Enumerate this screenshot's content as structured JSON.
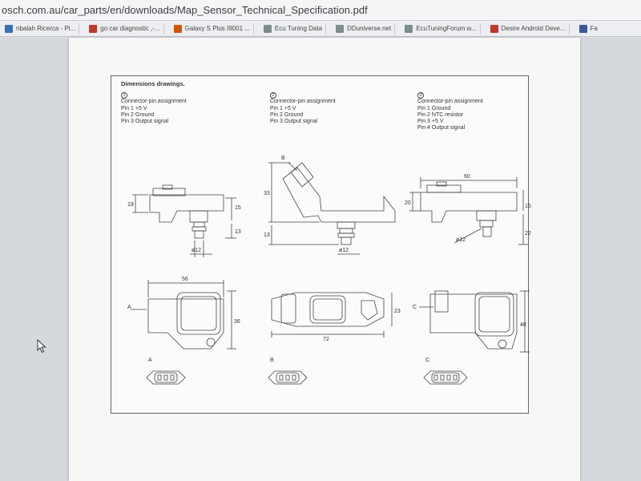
{
  "browser": {
    "url": "osch.com.au/car_parts/en/downloads/Map_Sensor_Technical_Specification.pdf",
    "bookmarks": [
      {
        "label": "nbalah Ricerca - Pi...",
        "icon_color": "#3b6fb5"
      },
      {
        "label": "go car diagnostic ,-...",
        "icon_color": "#c0392b"
      },
      {
        "label": "Galaxy S Plus I9001 ...",
        "icon_color": "#d35400"
      },
      {
        "label": "Ecu Tuning Data",
        "icon_color": "#7f8c8d"
      },
      {
        "label": "DDuniverse.net",
        "icon_color": "#7f8c8d"
      },
      {
        "label": "EcuTuningForum w...",
        "icon_color": "#7f8c8d"
      },
      {
        "label": "Desire Android Deve...",
        "icon_color": "#c0392b"
      },
      {
        "label": "Fa",
        "icon_color": "#3b5998"
      }
    ]
  },
  "pdf": {
    "heading": "Dimensions drawings.",
    "columns": [
      {
        "number": "1",
        "title": "Connector-pin assignment",
        "pins": [
          "Pin 1  +5 V",
          "Pin 2  Ground",
          "Pin 3  Output signal"
        ]
      },
      {
        "number": "2",
        "title": "Connector-pin assignment",
        "pins": [
          "Pin 1  +5 V",
          "Pin 2  Ground",
          "Pin 3  Output signal"
        ]
      },
      {
        "number": "3",
        "title": "Connector-pin assignment",
        "pins": [
          "Pin 1  Ground",
          "Pin 2  NTC resistor",
          "Pin 3  +5 V",
          "Pin 4  Output signal"
        ]
      }
    ],
    "dimensions": {
      "d1_height": "19",
      "d1_right_upper": "15",
      "d1_right_lower": "13",
      "d1_dia": "ø12",
      "d2_b": "B",
      "d2_height": "33",
      "d2_lower": "13",
      "d2_dia": "ø12",
      "d3_width": "60",
      "d3_left": "20",
      "d3_right": "15",
      "d3_lower": "22",
      "d3_dia": "ø12",
      "t1_width": "56",
      "t1_height": "36",
      "t1_arrow": "A",
      "t2_width": "72",
      "t2_height": "23",
      "t3_height": "48",
      "t3_arrow": "C",
      "conn_a": "A",
      "conn_b": "B",
      "conn_c": "C"
    }
  }
}
